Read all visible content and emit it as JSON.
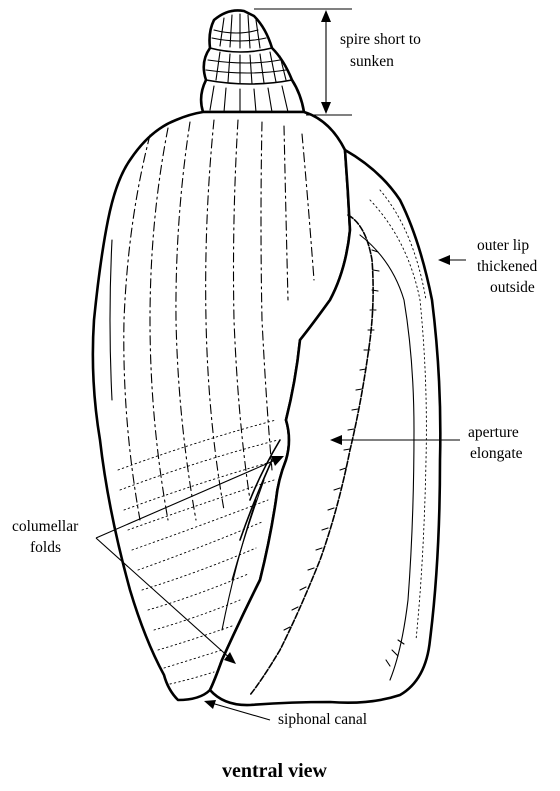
{
  "labels": {
    "spire": [
      "spire short to",
      "sunken"
    ],
    "outer_lip": [
      "outer lip",
      "thickened",
      "outside"
    ],
    "aperture": [
      "aperture",
      "elongate"
    ],
    "columellar": [
      "columellar",
      "folds"
    ],
    "siphonal": "siphonal canal"
  },
  "caption": "ventral view"
}
